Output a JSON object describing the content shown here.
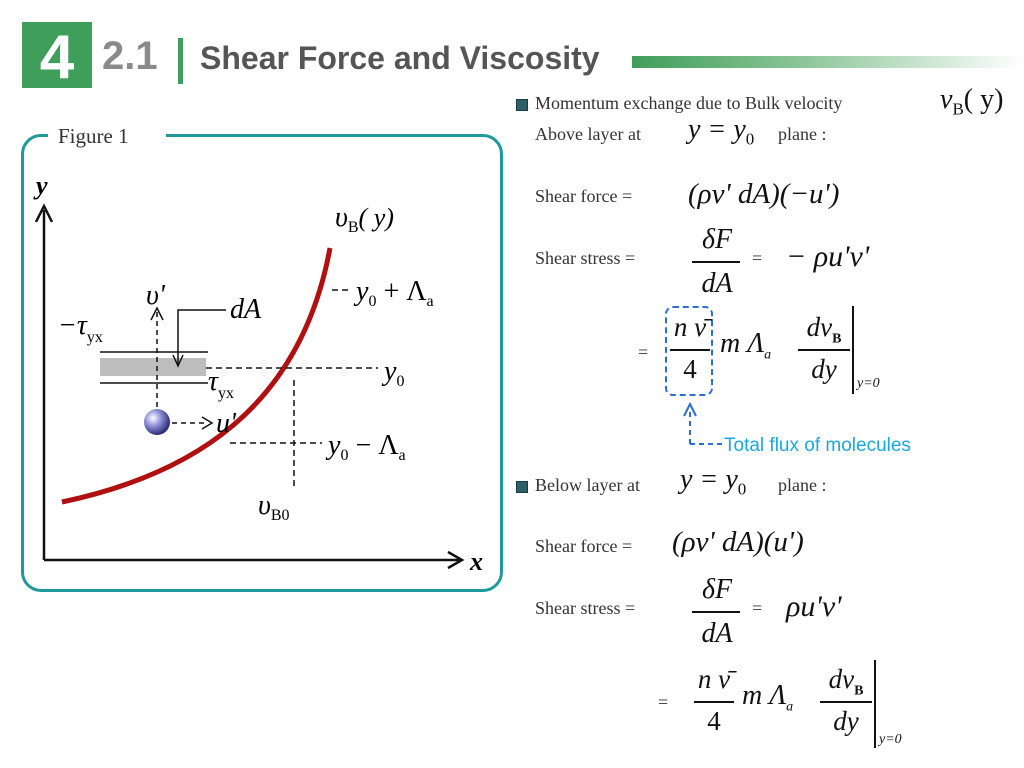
{
  "header": {
    "chapter_number": "4",
    "section_number": "2.1",
    "title": "Shear Force and Viscosity"
  },
  "figure": {
    "label": "Figure 1",
    "axis_y": "y",
    "axis_x": "x",
    "curve_label": "υ",
    "curve_label_sub": "B",
    "curve_label_arg": "( y)",
    "v_prime": "υ'",
    "dA": "dA",
    "neg_tau": "−τ",
    "tau_sub": "yx",
    "tau": "τ",
    "u_prime": "u'",
    "level_plus": "y",
    "level_plus_tail": " + Λ",
    "level_mid": "y",
    "level_minus": "y",
    "level_minus_tail": " − Λ",
    "sub_zero": "0",
    "sub_a": "a",
    "vb0": "υ",
    "vb0_sub": "B0",
    "curve_color": "#b01010",
    "frame_color": "#1e9a9a"
  },
  "above": {
    "heading": "Momentum exchange due to Bulk velocity",
    "heading_sym": "ν",
    "heading_sym_sub": "B",
    "heading_sym_arg": "( y)",
    "plane_prefix": "Above layer at",
    "plane_eq": "y = y",
    "plane_eq_sub": "0",
    "plane_suffix": "plane :",
    "shear_force_label": "Shear force =",
    "shear_force_expr": "(ρν' dA)(−u')",
    "shear_stress_label": "Shear stress =",
    "frac_num": "δF",
    "frac_den": "dA",
    "equals": "=",
    "stress_expr": "− ρu'ν'",
    "nv_num": "n ν̄",
    "nv_den": "4",
    "m_lambda": "m Λ",
    "lambda_sub": "a",
    "dv_num": "dv",
    "dv_num_sub": "B",
    "dv_den": "dy",
    "eval_sub": "y=0",
    "flux_note": "Total flux of molecules"
  },
  "below": {
    "plane_prefix": "Below layer at",
    "plane_eq": "y = y",
    "plane_eq_sub": "0",
    "plane_suffix": "plane :",
    "shear_force_label": "Shear force =",
    "shear_force_expr": "(ρν' dA)(u')",
    "shear_stress_label": "Shear stress =",
    "frac_num": "δF",
    "frac_den": "dA",
    "equals": "=",
    "stress_expr": "ρu'ν'",
    "nv_num": "n ν̄",
    "nv_den": "4",
    "m_lambda": "m Λ",
    "lambda_sub": "a",
    "dv_num": "dv",
    "dv_num_sub": "B",
    "dv_den": "dy",
    "eval_sub": "y=0"
  }
}
